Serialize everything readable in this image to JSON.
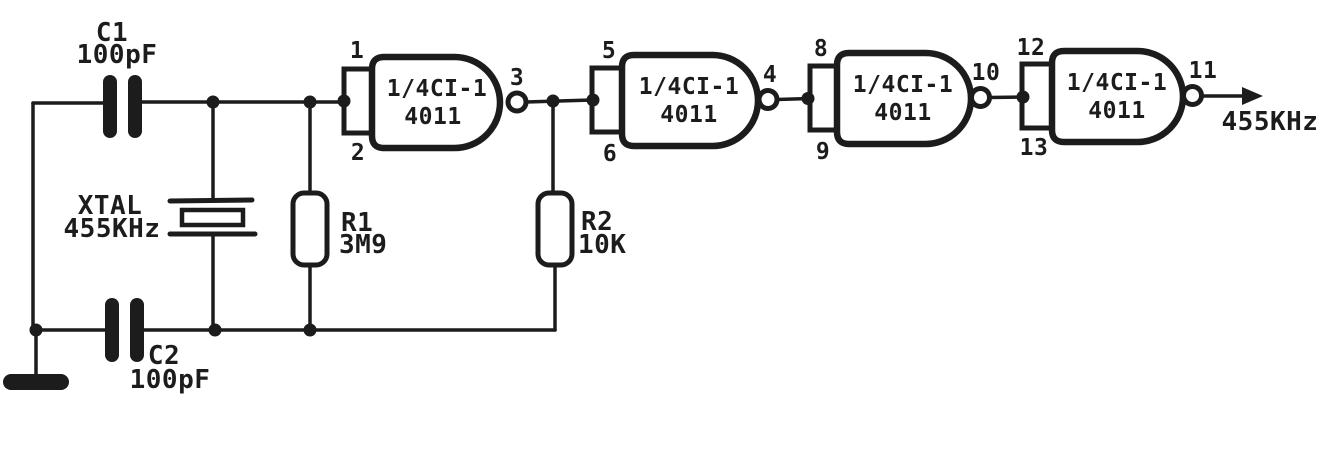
{
  "colors": {
    "ink": "#1c1c1c",
    "paper": "#ffffff"
  },
  "components": {
    "c1": {
      "ref": "C1",
      "value": "100pF"
    },
    "c2": {
      "ref": "C2",
      "value": "100pF"
    },
    "xtal": {
      "ref": "XTAL",
      "value": "455KHz"
    },
    "r1": {
      "ref": "R1",
      "value": "3M9"
    },
    "r2": {
      "ref": "R2",
      "value": "10K"
    }
  },
  "gates": [
    {
      "fraction": "1/4CI-1",
      "part": "4011",
      "pin_top": "1",
      "pin_bottom": "2",
      "pin_out": "3"
    },
    {
      "fraction": "1/4CI-1",
      "part": "4011",
      "pin_top": "5",
      "pin_bottom": "6",
      "pin_out": "4"
    },
    {
      "fraction": "1/4CI-1",
      "part": "4011",
      "pin_top": "8",
      "pin_bottom": "9",
      "pin_out": "10"
    },
    {
      "fraction": "1/4CI-1",
      "part": "4011",
      "pin_top": "12",
      "pin_bottom": "13",
      "pin_out": "11"
    }
  ],
  "output": {
    "frequency": "455KHz"
  }
}
